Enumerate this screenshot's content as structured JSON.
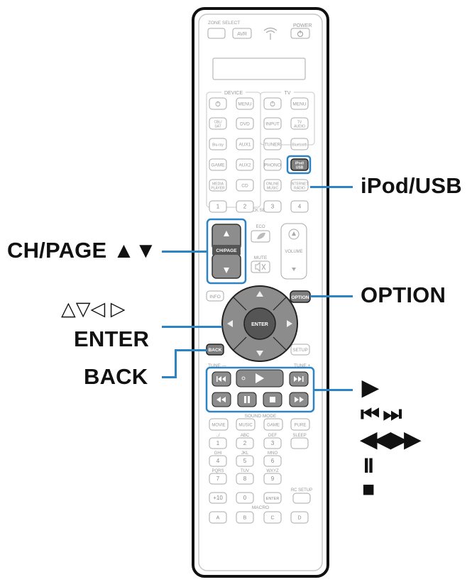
{
  "remote": {
    "top": {
      "zone_select": "ZONE SELECT",
      "avr": "AVR",
      "power": "POWER"
    },
    "sections": {
      "device": "DEVICE",
      "tv": "TV",
      "quick_select": "QUICK SELECT",
      "eco": "ECO",
      "mute": "MUTE",
      "volume": "VOLUME",
      "tune_minus": "TUNE —",
      "tune_plus": "TUNE +",
      "sound_mode": "SOUND MODE",
      "macro": "MACRO",
      "rc_setup": "RC SETUP"
    },
    "source_rows": [
      [
        "",
        "MENU",
        "",
        "MENU"
      ],
      [
        "CBL/ SAT",
        "DVD",
        "INPUT",
        "TV AUDIO"
      ],
      [
        "Blu-ray",
        "AUX1",
        "TUNER",
        "Bluetooth"
      ],
      [
        "GAME",
        "AUX2",
        "PHONO",
        "iPod/ USB"
      ],
      [
        "MEDIA PLAYER",
        "CD",
        "ONLINE MUSIC",
        "INTERNET RADIO"
      ]
    ],
    "quick": [
      "1",
      "2",
      "3",
      "4"
    ],
    "ch_page": "CH/PAGE",
    "info": "INFO",
    "option": "OPTION",
    "enter": "ENTER",
    "back": "BACK",
    "setup": "SETUP",
    "sound_modes": [
      "MOVIE",
      "MUSIC",
      "GAME",
      "PURE"
    ],
    "keypad_letters": [
      [
        ".,/",
        "ABC",
        "DEF",
        "SLEEP"
      ],
      [
        "GHI",
        "JKL",
        "MNO",
        ""
      ],
      [
        "PQRS",
        "TUV",
        "WXYZ",
        ""
      ]
    ],
    "keypad": [
      [
        "1",
        "2",
        "3",
        ""
      ],
      [
        "4",
        "5",
        "6",
        ""
      ],
      [
        "7",
        "8",
        "9",
        ""
      ],
      [
        "+10",
        "0",
        "ENTER",
        ""
      ]
    ],
    "macros": [
      "A",
      "B",
      "C",
      "D"
    ]
  },
  "callouts": {
    "ipod_usb": "iPod/USB",
    "ch_page": "CH/PAGE ▲▼",
    "option": "OPTION",
    "arrows": "△▽◁ ▷",
    "enter": "ENTER",
    "back": "BACK",
    "play": "▶",
    "skip": "⏮ ⏭",
    "scan": "◀◀ ▶▶",
    "pause": "II",
    "stop": "■"
  },
  "colors": {
    "accent": "#2d84c4",
    "remote_outline": "#111111",
    "key": "#bdbdbd"
  }
}
